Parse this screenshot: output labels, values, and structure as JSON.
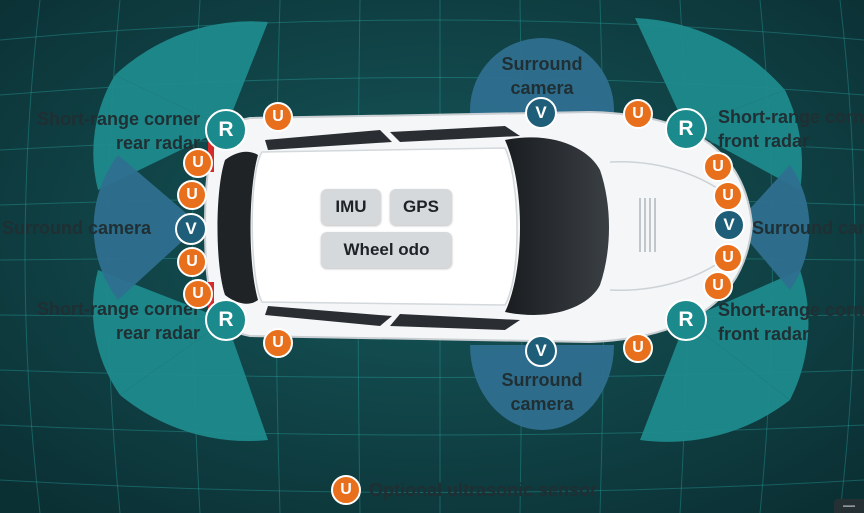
{
  "colors": {
    "background": "#0d3b3f",
    "coverage_teal": "#1f8a8c",
    "coverage_blue": "#2f6f8f",
    "ultrasonic": "#e8701c",
    "camera": "#1f5e78",
    "radar": "#1b8a8c"
  },
  "sensor_labels": {
    "rear_radar_top": [
      "Short-range corner",
      "rear radar"
    ],
    "rear_radar_bottom": [
      "Short-range corner",
      "rear radar"
    ],
    "front_radar_top": [
      "Short-range corner",
      "front radar"
    ],
    "front_radar_bottom": [
      "Short-range corner",
      "front radar"
    ],
    "camera_left": "Surround camera",
    "camera_right": "Surround camera",
    "camera_top": [
      "Surround",
      "camera"
    ],
    "camera_bottom": [
      "Surround",
      "camera"
    ]
  },
  "onboard": {
    "imu": "IMU",
    "gps": "GPS",
    "wheel_odo": "Wheel odo"
  },
  "badges": {
    "ultrasonic": "U",
    "camera": "V",
    "radar": "R"
  },
  "legend": {
    "symbol": "U",
    "text": "Optional ultrasonic sensor"
  },
  "window": {
    "minimize_icon": "minimize-icon"
  }
}
